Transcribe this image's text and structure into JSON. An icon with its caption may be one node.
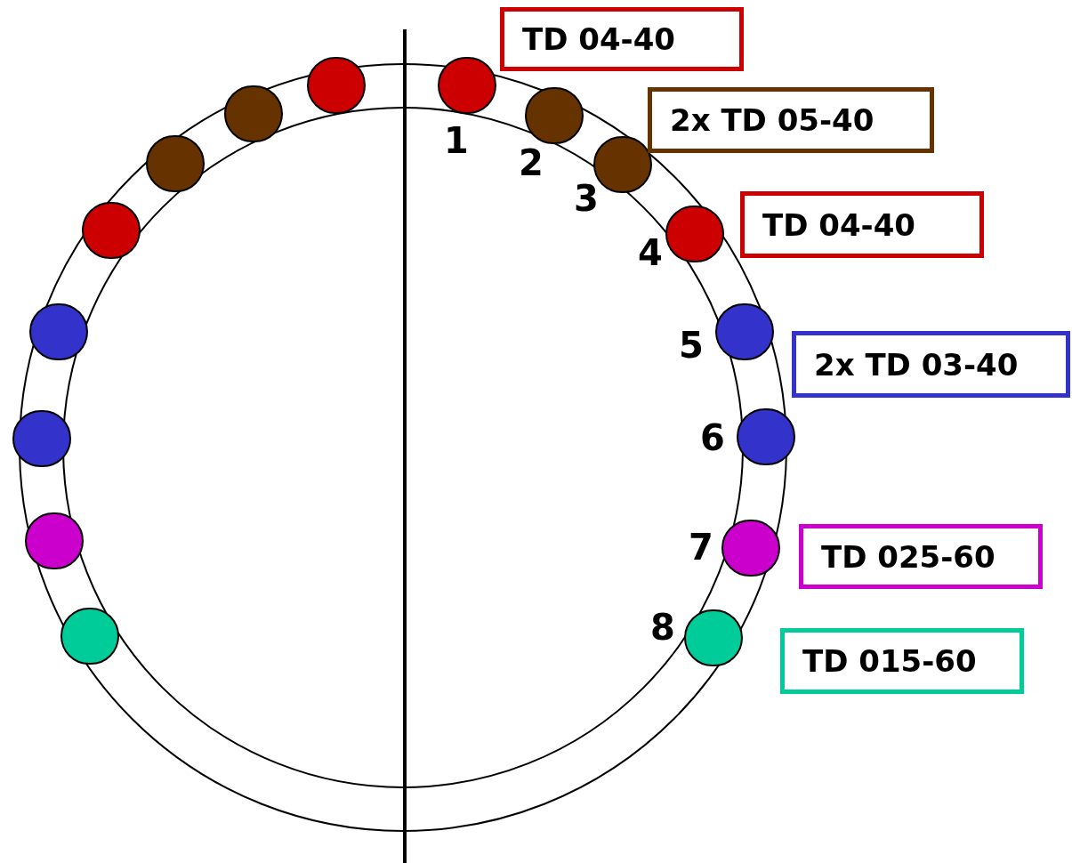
{
  "diagram": {
    "nodes": [
      {
        "text": [],
        "shape": "circle",
        "beside": [
          "1"
        ]
      },
      {
        "text": [],
        "shape": "circle",
        "beside": [
          "2"
        ]
      },
      {
        "text": [],
        "shape": "circle",
        "beside": [
          "3"
        ]
      },
      {
        "text": [],
        "shape": "circle",
        "beside": [
          "4"
        ]
      },
      {
        "text": [],
        "shape": "circle",
        "beside": [
          "5"
        ]
      },
      {
        "text": [],
        "shape": "circle",
        "beside": [
          "6"
        ]
      },
      {
        "text": [],
        "shape": "circle",
        "beside": [
          "7"
        ]
      },
      {
        "text": [],
        "shape": "circle",
        "beside": [
          "8"
        ]
      },
      {
        "text": [],
        "shape": "circle"
      },
      {
        "text": [],
        "shape": "circle"
      },
      {
        "text": [],
        "shape": "circle"
      },
      {
        "text": [],
        "shape": "circle"
      },
      {
        "text": [],
        "shape": "circle"
      },
      {
        "text": [],
        "shape": "circle"
      },
      {
        "text": [],
        "shape": "circle"
      },
      {
        "text": [],
        "shape": "circle"
      },
      {
        "text": [
          "TD 04-40"
        ]
      },
      {
        "text": [
          "2x TD 05-40"
        ]
      },
      {
        "text": [
          "TD 04-40"
        ]
      },
      {
        "text": [
          "2x TD 03-40"
        ]
      },
      {
        "text": [
          "TD 025-60"
        ]
      },
      {
        "text": [
          "TD 015-60"
        ]
      }
    ]
  }
}
